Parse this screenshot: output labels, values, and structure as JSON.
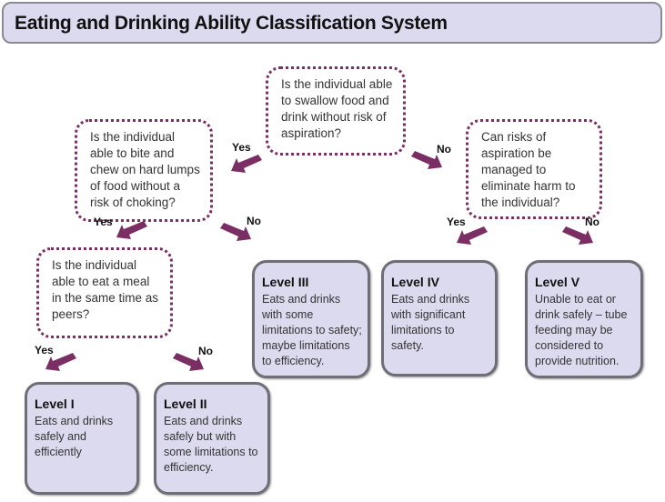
{
  "title": "Eating and Drinking Ability Classification System",
  "questions": {
    "q1": "Is the individual able to swallow food and drink without risk of aspiration?",
    "q2": "Is the individual able to bite and chew on hard lumps of food without a risk of choking?",
    "q3": "Can risks of aspiration be managed to eliminate harm to the individual?",
    "q4": "Is the individual able to eat a meal in the same time as peers?"
  },
  "labels": {
    "yes": "Yes",
    "no": "No"
  },
  "levels": [
    {
      "title": "Level I",
      "desc": "Eats and drinks safely and efficiently"
    },
    {
      "title": "Level II",
      "desc": "Eats and drinks safely but with some limitations to efficiency."
    },
    {
      "title": "Level III",
      "desc": "Eats and drinks with some limitations to safety; maybe limitations to efficiency."
    },
    {
      "title": "Level IV",
      "desc": "Eats and drinks with significant limitations to safety."
    },
    {
      "title": "Level V",
      "desc": "Unable to eat or drink safely – tube feeding may be considered to provide nutrition."
    }
  ],
  "colors": {
    "arrow": "#7a2e63",
    "level_fill": "#dcdaee",
    "question_border": "#7a2e63"
  }
}
